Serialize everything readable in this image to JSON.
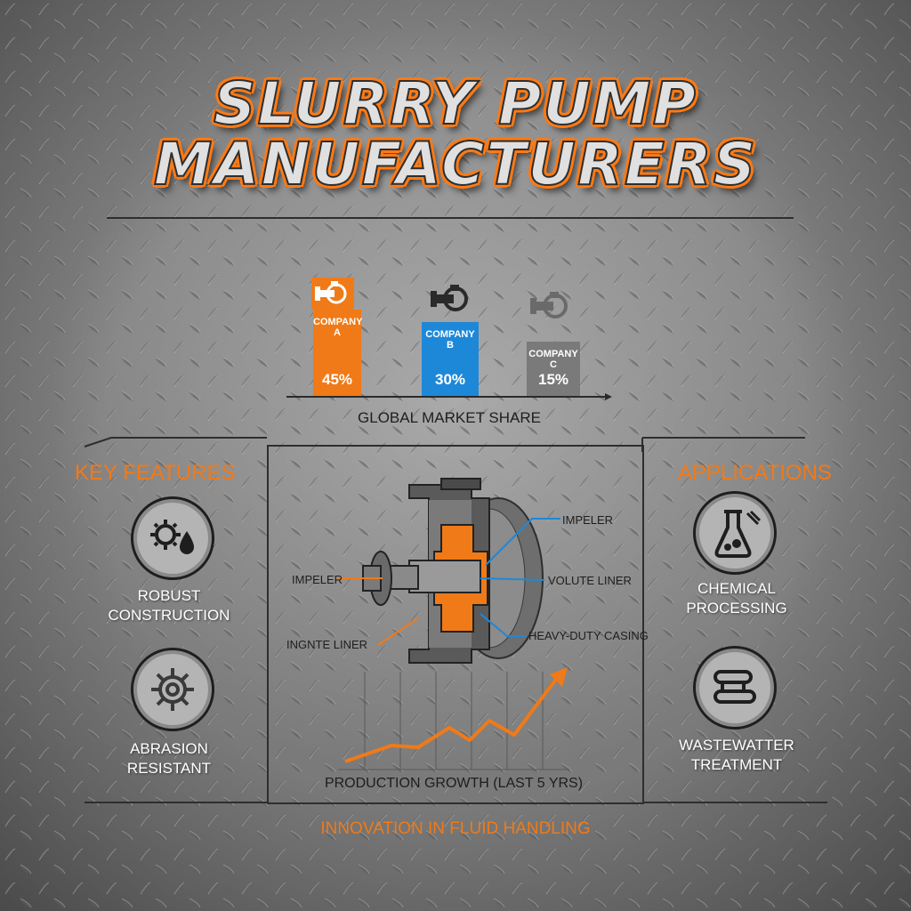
{
  "title": {
    "line1": "SLURRY PUMP",
    "line2": "MANUFACTURERS"
  },
  "market_share": {
    "caption": "GLOBAL MARKET SHARE",
    "companies": [
      {
        "name": "COMPANY A",
        "value": "45%",
        "color": "#f07a18",
        "icon": "pump-icon"
      },
      {
        "name": "COMPANY B",
        "value": "30%",
        "color": "#1e88d8",
        "icon": "pump-icon"
      },
      {
        "name": "COMPANY C",
        "value": "15%",
        "color": "#7a7a7a",
        "icon": "pump-icon"
      }
    ]
  },
  "key_features": {
    "title": "KEY FEATURES",
    "items": [
      {
        "label_line1": "ROBUST",
        "label_line2": "CONSTRUCTION",
        "icon": "gears-droplet-icon"
      },
      {
        "label_line1": "ABRASION",
        "label_line2": "RESISTANT",
        "icon": "gear-icon"
      }
    ]
  },
  "applications": {
    "title": "APPLICATIONS",
    "items": [
      {
        "label_line1": "CHEMICAL",
        "label_line2": "PROCESSING",
        "icon": "flask-icon"
      },
      {
        "label_line1": "WASTEWATTER",
        "label_line2": "TREATMENT",
        "icon": "pipes-icon"
      }
    ]
  },
  "pump_diagram": {
    "callouts": {
      "impeller_top": "IMPELER",
      "impeller_left": "IMPELER",
      "volute_liner": "VOLUTE LINER",
      "heavy_duty_casing": "HEAVY-DUTY CASING",
      "ingnte_liner": "INGNTE LINER"
    },
    "growth_caption": "PRODUCTION GROWTH (LAST 5 YRS)"
  },
  "footer": "INNOVATION IN FLUID HANDLING",
  "colors": {
    "accent": "#f07a18",
    "blue": "#1e88d8",
    "grey": "#7a7a7a",
    "dark": "#1e1e1e"
  }
}
